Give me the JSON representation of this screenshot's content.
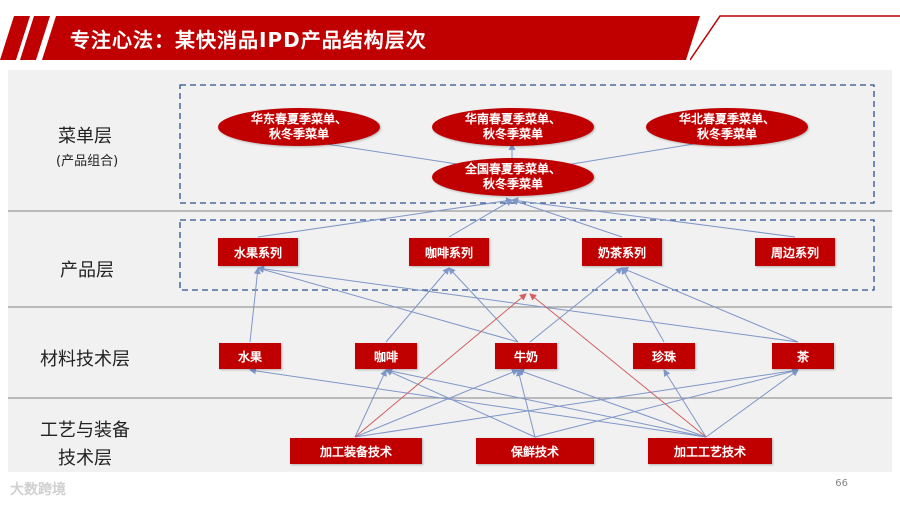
{
  "header": {
    "title": "专注心法：某快消品IPD产品结构层次"
  },
  "layers": {
    "menu": {
      "label": "菜单层",
      "sub": "(产品组合)"
    },
    "product": {
      "label": "产品层"
    },
    "material": {
      "label": "材料技术层"
    },
    "process": {
      "label_line1": "工艺与装备",
      "label_line2": "技术层"
    }
  },
  "menu_nodes": {
    "east": {
      "line1": "华东春夏季菜单、",
      "line2": "秋冬季菜单"
    },
    "south": {
      "line1": "华南春夏季菜单、",
      "line2": "秋冬季菜单"
    },
    "north": {
      "line1": "华北春夏季菜单、",
      "line2": "秋冬季菜单"
    },
    "national": {
      "line1": "全国春夏季菜单、",
      "line2": "秋冬季菜单"
    }
  },
  "product_nodes": [
    "水果系列",
    "咖啡系列",
    "奶茶系列",
    "周边系列"
  ],
  "material_nodes": [
    "水果",
    "咖啡",
    "牛奶",
    "珍珠",
    "茶"
  ],
  "process_nodes": [
    "加工装备技术",
    "保鲜技术",
    "加工工艺技术"
  ],
  "colors": {
    "accent": "#c00000",
    "arrow_blue": "#7f96c8",
    "arrow_red": "#d06060",
    "dash": "#2f4f8f"
  },
  "footer": {
    "page_number": "66",
    "logo_text": "大数跨境"
  }
}
